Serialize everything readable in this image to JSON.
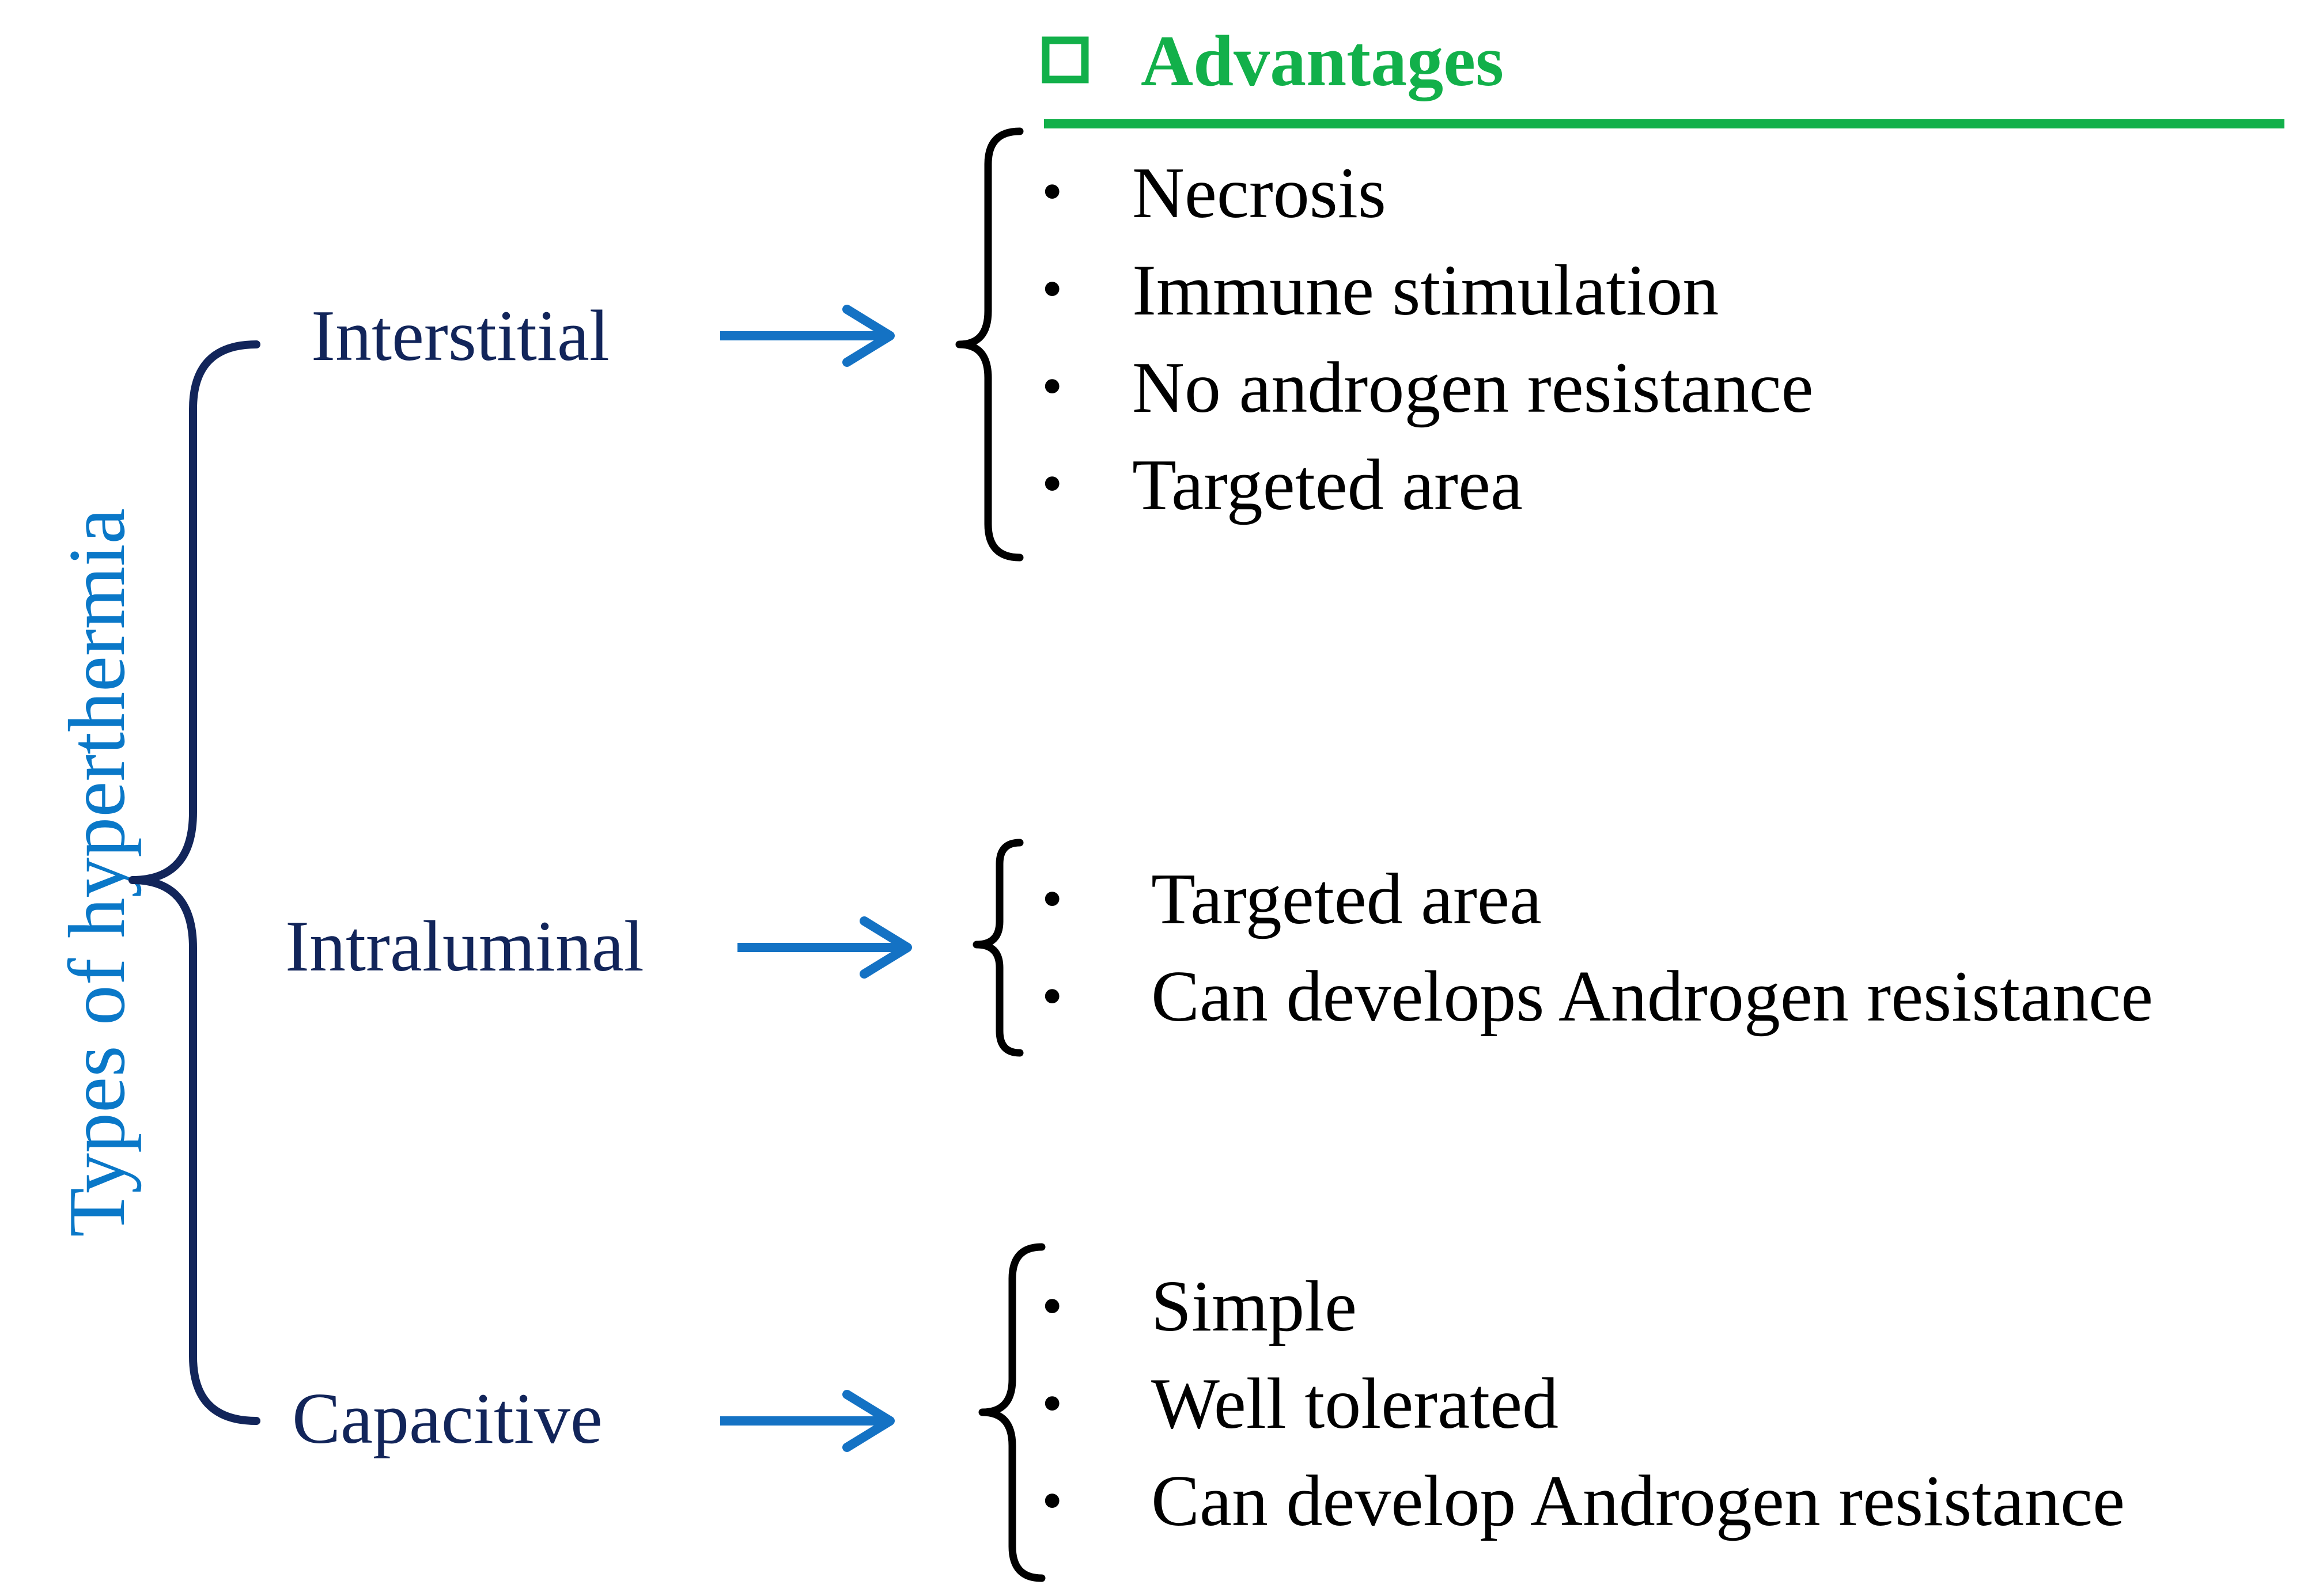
{
  "title": "Types of hyperthermia",
  "advantages_header": "Advantages",
  "groups": [
    {
      "type": "Interstitial",
      "items": [
        "Necrosis",
        "Immune stimulation",
        "No androgen resistance",
        "Targeted area"
      ]
    },
    {
      "type": "Intraluminal",
      "items": [
        "Targeted area",
        "Can develops Androgen resistance"
      ]
    },
    {
      "type": "Capacitive",
      "items": [
        "Simple",
        "Well tolerated",
        "Can develop Androgen resistance"
      ]
    }
  ],
  "bullet_glyph": "•",
  "colors": {
    "title": "#0a78c8",
    "type_label": "#12255a",
    "main_brace": "#12255a",
    "arrow": "#1472c4",
    "advantages": "#12b04a",
    "item_brace": "#000000",
    "item_text": "#000000"
  },
  "icons": {
    "advantages_marker": "hollow-square-icon"
  }
}
